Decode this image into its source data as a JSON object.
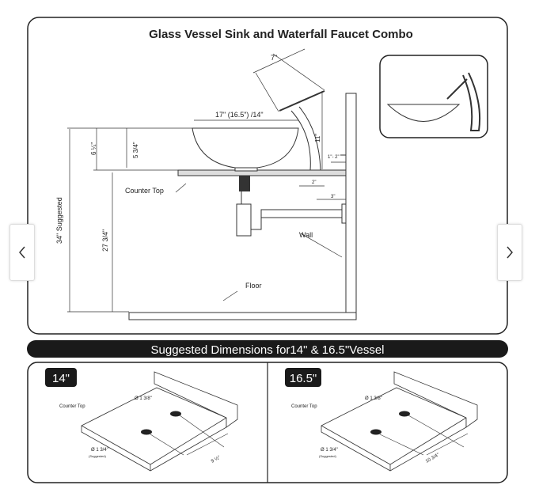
{
  "carousel": {
    "prev_icon": "chevron-left-icon",
    "next_icon": "chevron-right-icon"
  },
  "diagram": {
    "title": "Glass Vessel Sink and Waterfall Faucet Combo",
    "labels": {
      "spout_width": "7\"",
      "bowl_width": "17\" (16.5\") /14\"",
      "bowl_height": "5 3/4\"",
      "total_height": "6 ¼\"",
      "faucet_height": "11\"",
      "wall_gap": "1\"- 2\"",
      "faucet_base": "2\"",
      "faucet_to_wall": "3\"",
      "counter_top": "Counter Top",
      "wall": "Wall",
      "floor": "Floor",
      "suggested_height": "34\" Suggested",
      "counter_height": "27 3/4\""
    }
  },
  "banner": "Suggested Dimensions for14\" & 16.5\"Vessel",
  "panels": [
    {
      "size": "14\"",
      "counter_top": "Counter Top",
      "faucet_hole": "Ø 1 3/8\"",
      "drain_hole": "Ø 1 3/4\"",
      "suggested": "(Suggested)",
      "distance": "9 ½\""
    },
    {
      "size": "16.5\"",
      "counter_top": "Counter Top",
      "faucet_hole": "Ø 1 3/8\"",
      "drain_hole": "Ø 1 3/4\"",
      "suggested": "(Suggested)",
      "distance": "10 3/4\""
    }
  ]
}
